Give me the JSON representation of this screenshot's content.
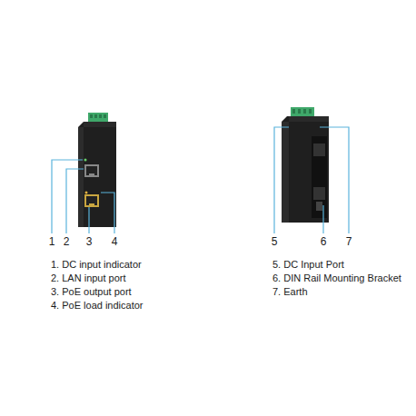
{
  "diagram": {
    "labels": [
      "1",
      "2",
      "3",
      "4",
      "5",
      "6",
      "7",
      "1. DC input indicator",
      "2. LAN input port",
      "3. PoE output port",
      "4. PoE load indicator",
      "5. DC Input Port",
      "6. DIN Rail Mounting Bracket",
      "7. Earth"
    ]
  }
}
